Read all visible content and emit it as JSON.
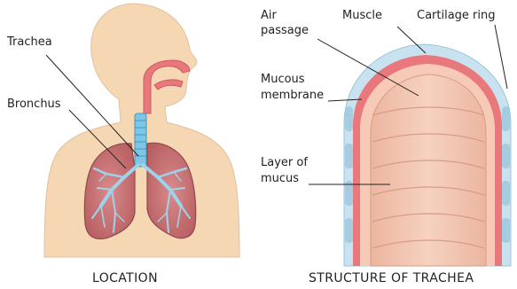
{
  "location_panel": {
    "labels": {
      "trachea": "Trachea",
      "bronchus": "Bronchus"
    },
    "caption": "LOCATION"
  },
  "structure_panel": {
    "labels": {
      "air_passage": [
        "Air",
        "passage"
      ],
      "muscle": "Muscle",
      "cartilage_ring": "Cartilage ring",
      "mucous_membrane": [
        "Mucous",
        "membrane"
      ],
      "layer_of_mucus": [
        "Layer of",
        "mucus"
      ]
    },
    "caption": "STRUCTURE OF TRACHEA"
  },
  "colors": {
    "skin": "#f6d7b4",
    "lung": "#c97575",
    "airway": "#7cc7e6",
    "cartilage": "#c9e2ef",
    "muscle": "#e9787d",
    "lumen": "#f2c6ad",
    "membrane": "#f6cab6"
  }
}
